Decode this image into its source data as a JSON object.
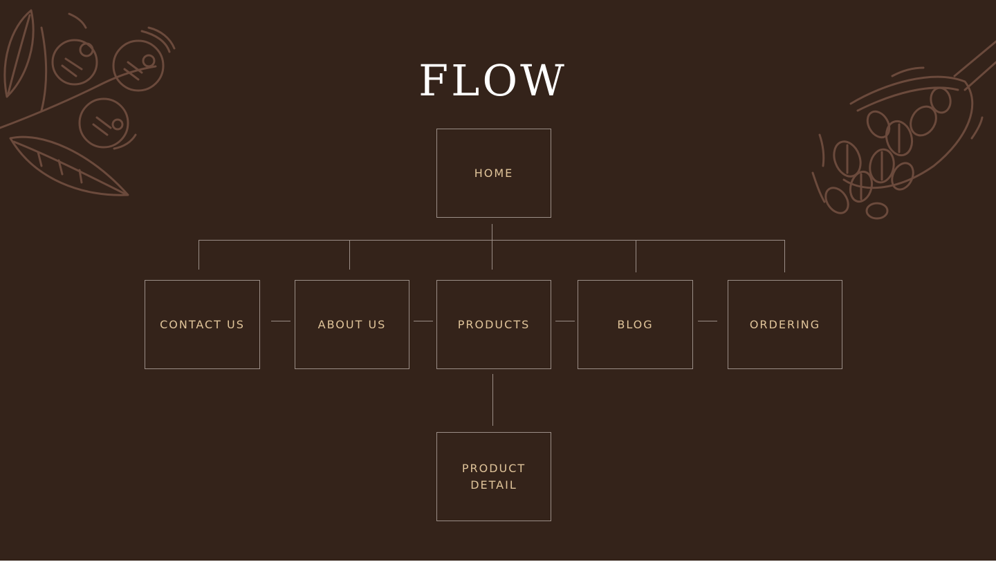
{
  "title": "FLOW",
  "colors": {
    "background": "#34231a",
    "node_border": "#9c8f88",
    "node_text": "#e0c49a",
    "title_text": "#ffffff",
    "illustration": "#6b4a3c"
  },
  "illustrations": [
    "coffee-branch-illustration",
    "coffee-scoop-illustration"
  ],
  "nodes": {
    "home": "HOME",
    "contact": "CONTACT US",
    "about": "ABOUT US",
    "products": "PRODUCTS",
    "blog": "BLOG",
    "ordering": "ORDERING",
    "product_detail": "PRODUCT\nDETAIL"
  }
}
